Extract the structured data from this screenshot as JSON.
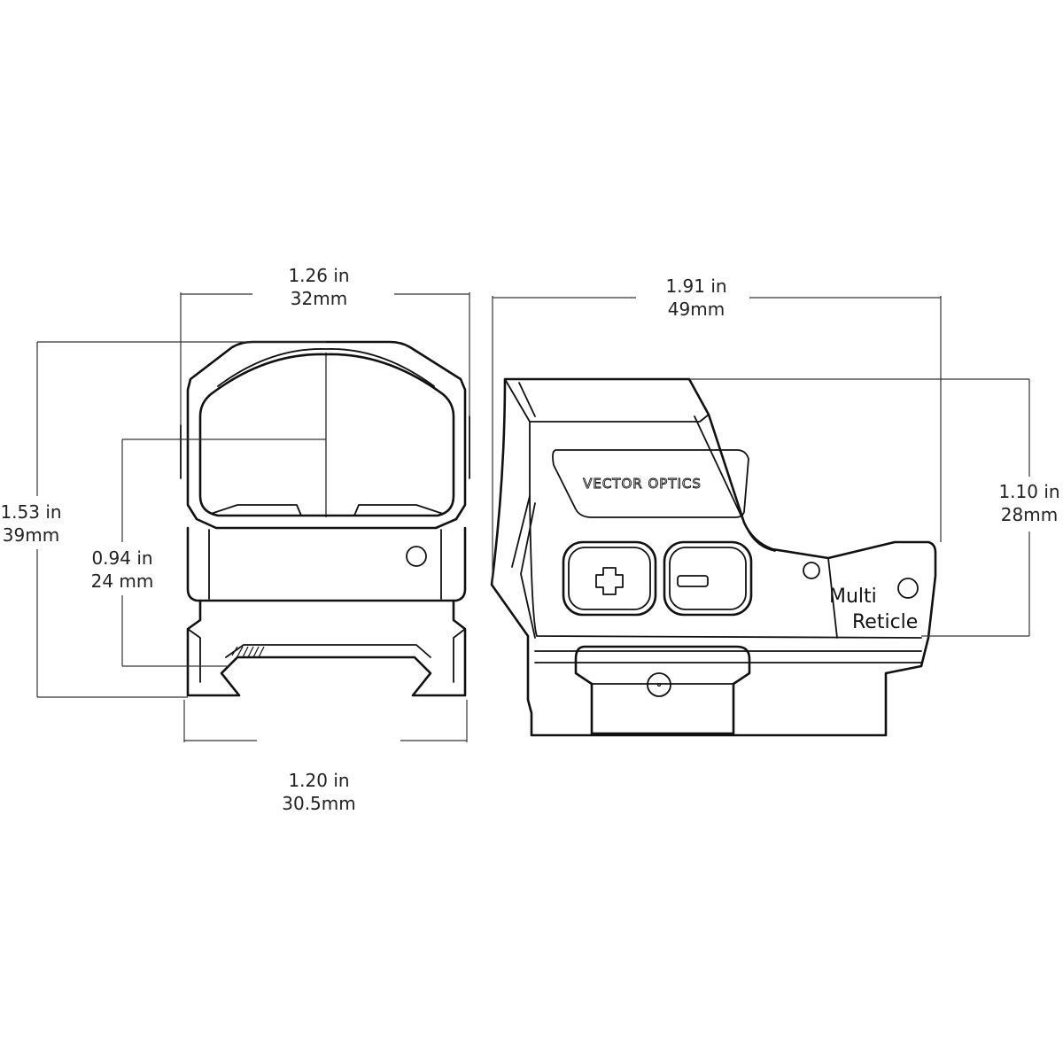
{
  "front_view": {
    "width_top": {
      "inch": "1.26 in",
      "mm": "32mm"
    },
    "height_total": {
      "inch": "1.53 in",
      "mm": "39mm"
    },
    "center_height": {
      "inch": "0.94 in",
      "mm": "24 mm"
    },
    "width_base": {
      "inch": "1.20 in",
      "mm": "30.5mm"
    }
  },
  "side_view": {
    "length": {
      "inch": "1.91 in",
      "mm": "49mm"
    },
    "body_height": {
      "inch": "1.10 in",
      "mm": "28mm"
    },
    "brand_logo": "VECTOR OPTICS",
    "label_line1": "Multi",
    "label_line2": "Reticle",
    "buttons": [
      "plus-button",
      "minus-button"
    ]
  },
  "colors": {
    "line": "#111111",
    "background": "#ffffff"
  }
}
